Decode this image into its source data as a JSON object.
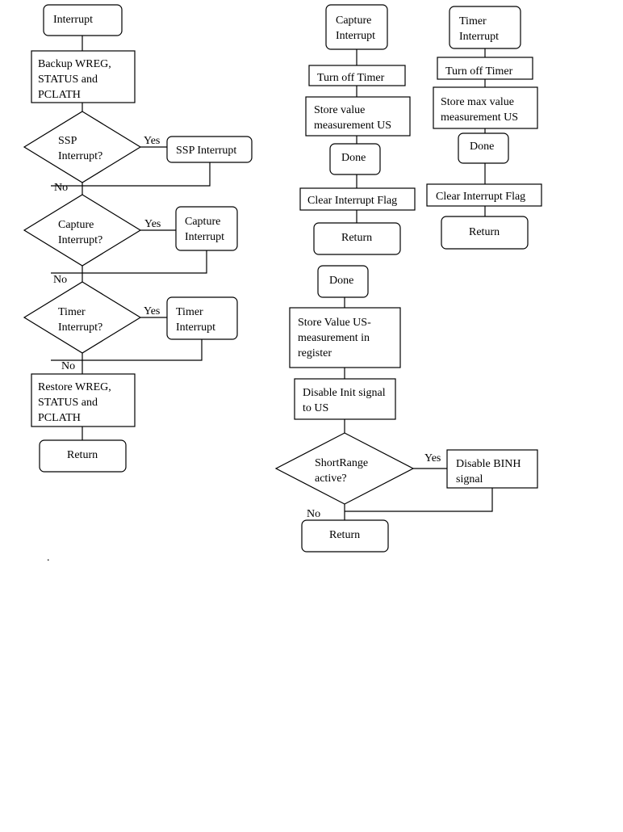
{
  "diagram": {
    "main": {
      "interrupt": [
        "Interrupt"
      ],
      "backup": [
        "Backup WREG,",
        "STATUS and",
        "PCLATH"
      ],
      "ssp_decision": [
        "SSP",
        "Interrupt?"
      ],
      "ssp_yes": "Yes",
      "ssp_box": [
        "SSP Interrupt"
      ],
      "ssp_no": "No",
      "capture_decision": [
        "Capture",
        "Interrupt?"
      ],
      "capture_yes": "Yes",
      "capture_box": [
        "Capture",
        "Interrupt"
      ],
      "capture_no": "No",
      "timer_decision": [
        "Timer",
        "Interrupt?"
      ],
      "timer_yes": "Yes",
      "timer_box": [
        "Timer",
        "Interrupt"
      ],
      "timer_no": "No",
      "restore": [
        "Restore WREG,",
        "STATUS and",
        "PCLATH"
      ],
      "return": [
        "Return"
      ]
    },
    "capture_flow": {
      "start": [
        "Capture",
        "Interrupt"
      ],
      "turn_off": [
        "Turn off Timer"
      ],
      "store": [
        "Store value",
        "measurement US"
      ],
      "done": [
        "Done"
      ],
      "clear": [
        "Clear Interrupt Flag"
      ],
      "return": [
        "Return"
      ]
    },
    "timer_flow": {
      "start": [
        "Timer",
        "Interrupt"
      ],
      "turn_off": [
        "Turn off Timer"
      ],
      "store": [
        "Store max value",
        "measurement US"
      ],
      "done": [
        "Done"
      ],
      "clear": [
        "Clear Interrupt Flag"
      ],
      "return": [
        "Return"
      ]
    },
    "done_flow": {
      "done": [
        "Done"
      ],
      "store": [
        "Store Value US-",
        "measurement in",
        "register"
      ],
      "disable_init": [
        "Disable Init signal",
        "to US"
      ],
      "short_decision": [
        "ShortRange",
        "active?"
      ],
      "short_yes": "Yes",
      "binh": [
        "Disable BINH",
        "signal"
      ],
      "short_no": "No",
      "return": [
        "Return"
      ]
    },
    "dot": "."
  }
}
